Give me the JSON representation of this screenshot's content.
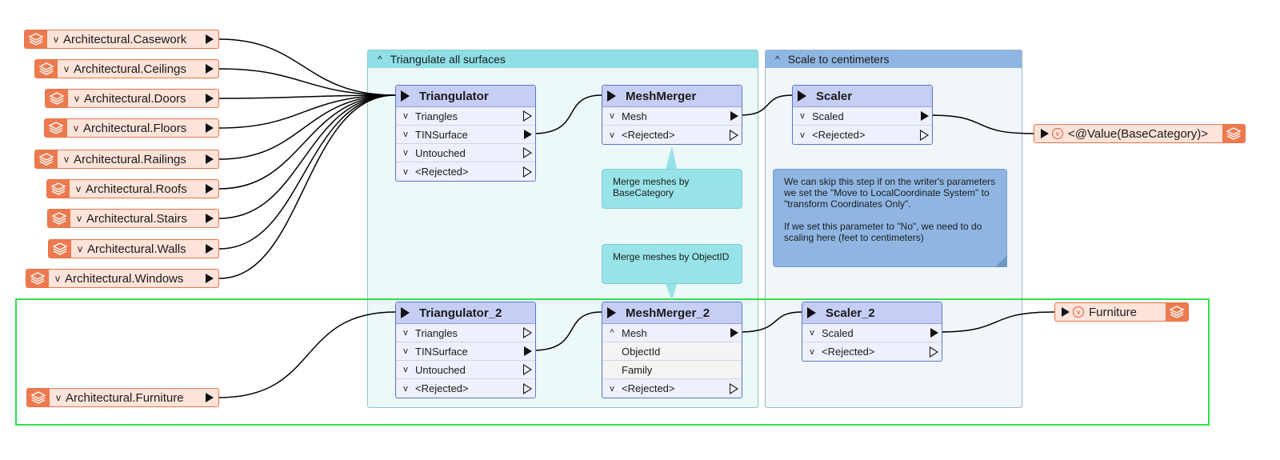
{
  "bookmarks": [
    {
      "title": "Triangulate all surfaces",
      "color": "#8ee0e6"
    },
    {
      "title": "Scale to centimeters",
      "color": "#8fb6e3"
    }
  ],
  "readers": [
    {
      "label": "Architectural.Casework"
    },
    {
      "label": "Architectural.Ceilings"
    },
    {
      "label": "Architectural.Doors"
    },
    {
      "label": "Architectural.Floors"
    },
    {
      "label": "Architectural.Railings"
    },
    {
      "label": "Architectural.Roofs"
    },
    {
      "label": "Architectural.Stairs"
    },
    {
      "label": "Architectural.Walls"
    },
    {
      "label": "Architectural.Windows"
    },
    {
      "label": "Architectural.Furniture"
    }
  ],
  "transformers": {
    "triangulator": {
      "title": "Triangulator",
      "ports": [
        "Triangles",
        "TINSurface",
        "Untouched",
        "<Rejected>"
      ]
    },
    "meshmerger": {
      "title": "MeshMerger",
      "ports": [
        "Mesh",
        "<Rejected>"
      ]
    },
    "scaler": {
      "title": "Scaler",
      "ports": [
        "Scaled",
        "<Rejected>"
      ]
    },
    "triangulator2": {
      "title": "Triangulator_2",
      "ports": [
        "Triangles",
        "TINSurface",
        "Untouched",
        "<Rejected>"
      ]
    },
    "meshmerger2": {
      "title": "MeshMerger_2",
      "ports": [
        "Mesh",
        "ObjectId",
        "Family",
        "<Rejected>"
      ]
    },
    "scaler2": {
      "title": "Scaler_2",
      "ports": [
        "Scaled",
        "<Rejected>"
      ]
    }
  },
  "annotations": {
    "merge_base": "Merge meshes by BaseCategory",
    "merge_object": "Merge meshes by ObjectID",
    "scale_note": "We can skip this step if on the writer's parameters we set the \"Move to LocalCoordinate System\" to \"transform Coordinates Only\".\n\nIf we set this parameter to \"No\", we need to do scaling here (feet to centimeters)"
  },
  "writers": [
    {
      "label": "<@Value(BaseCategory)>"
    },
    {
      "label": "Furniture"
    }
  ],
  "icons": {
    "feature_type": "layers-icon",
    "dropdown": "circle-chevron-icon"
  },
  "colors": {
    "selection": "#2ee24e",
    "reader": "#ec7a4e",
    "transformer": "#c6cef6"
  }
}
